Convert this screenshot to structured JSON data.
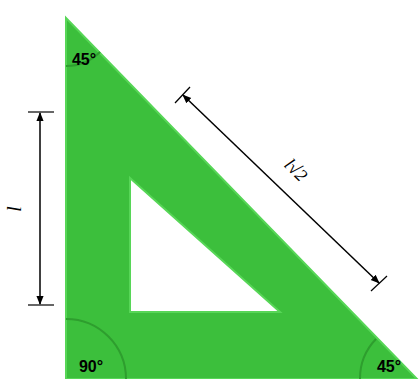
{
  "diagram": {
    "labels": [
      "45°",
      "l",
      "l√2",
      "90°",
      "45°"
    ]
  }
}
